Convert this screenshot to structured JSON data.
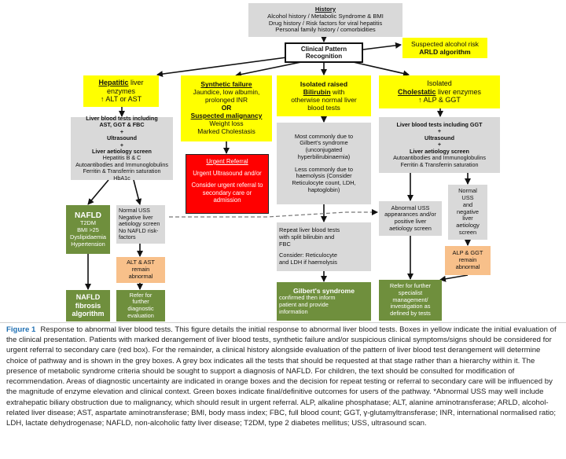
{
  "history": {
    "title": "History",
    "line1": "Alcohol history / Metabolic Syndrome & BMI",
    "line2": "Drug history / Risk factors for viral hepatitis",
    "line3": "Personal family history / comorbidities"
  },
  "recognition": {
    "line1": "Clinical Pattern",
    "line2": "Recognition"
  },
  "alcohol": {
    "line1": "Suspected alcohol risk",
    "line2": "ARLD algorithm"
  },
  "hepatitic": {
    "title": "Hepatitic",
    "title_rest": " liver",
    "line2": "enzymes",
    "line3": "↑ ALT or AST"
  },
  "synthetic": {
    "title": "Synthetic failure",
    "line2": "Jaundice, low albumin,",
    "line3": "prolonged INR",
    "or": "OR",
    "malignancy": "Suspected malignancy",
    "line5": "Weight loss",
    "line6": "Marked Cholestasis"
  },
  "bilirubin": {
    "line1": "Isolated raised",
    "title": "Bilirubin",
    "line2_rest": " with",
    "line3": "otherwise normal liver",
    "line4": "blood tests"
  },
  "cholestatic": {
    "line1": "Isolated",
    "title": "Cholestatic",
    "title_rest": " liver enzymes",
    "line3": "↑ ALP & GGT"
  },
  "hep_tests": {
    "line1": "Liver blood tests including",
    "line2": "AST, GGT & FBC",
    "plus1": "+",
    "line3": "Ultrasound",
    "plus2": "+",
    "line4": "Liver aetiology screen",
    "line5": "Hepatitis B & C",
    "line6": "Autoantibodies and Immunoglobulins",
    "line7": "Ferritin & Transferrin saturation",
    "line8": "HbA1c"
  },
  "urgent": {
    "title": "Urgent Referral",
    "line1": "Urgent Ultrasound and/or",
    "line2": "Consider urgent referral to",
    "line3": "secondary care  or",
    "line4": "admission"
  },
  "gilbert_info": {
    "line1": "Most commonly due to",
    "line2": "Gilbert's syndrome",
    "line3": "(unconjugated",
    "line4": "hyperbilirubinaemia)",
    "line5": "Less commonly due to",
    "line6": "haemolysis (Consider",
    "line7": "Reticulocyte count, LDH,",
    "line8": "haptoglobin)"
  },
  "chol_tests": {
    "line1": "Liver blood tests including GGT",
    "plus1": "+",
    "line2": "Ultrasound",
    "plus2": "+",
    "line3": "Liver aetiology screen",
    "line4": "Autoantibodies and Immunoglobulins",
    "line5": "Ferritin & Transferrin saturation"
  },
  "nafld": {
    "title": "NAFLD",
    "line1": "T2DM",
    "line2": "BMI >25",
    "line3": "Dyslipidaemia",
    "line4": "Hypertension"
  },
  "normal_uss1": {
    "line1": "Normal USS",
    "line2": "Negative liver",
    "line3": "aetiology screen",
    "line4": "No NAFLD risk-",
    "line5": "factors"
  },
  "alt_ast": {
    "line1": "ALT & AST",
    "line2": "remain",
    "line3": "abnormal"
  },
  "nafld_fib": {
    "line1": "NAFLD",
    "line2": "fibrosis",
    "line3": "algorithm"
  },
  "refer1": {
    "line1": "Refer for",
    "line2": "further",
    "line3": "diagnostic",
    "line4": "evaluation"
  },
  "repeat": {
    "line1": "Repeat liver blood tests",
    "line2": "with split bilirubin and",
    "line3": "FBC",
    "line4": "Consider:  Reticulocyte",
    "line5": "and LDH if haemolysis"
  },
  "gilbert": {
    "title": "Gilbert's syndrome",
    "line1": "confirmed then inform",
    "line2": "patient      and     provide",
    "line3": "information"
  },
  "abnormal_uss": {
    "line1": "Abnormal USS",
    "line2": "appearances and/or",
    "line3": "positive liver",
    "line4": "aetiology screen"
  },
  "normal_uss2": {
    "line1": "Normal",
    "line2": "USS",
    "line3": "and",
    "line4": "negative",
    "line5": "liver",
    "line6": "aetiology",
    "line7": "screen"
  },
  "alp_ggt": {
    "line1": "ALP & GGT",
    "line2": "remain",
    "line3": "abnormal"
  },
  "refer2": {
    "line1": "Refer for further",
    "line2": "specialist",
    "line3": "management/",
    "line4": "investigation as",
    "line5": "defined by tests"
  },
  "caption": {
    "label": "Figure 1",
    "text": "Response to abnormal liver blood tests. This figure details the initial response to abnormal liver blood tests. Boxes in yellow indicate the initial evaluation of the clinical presentation. Patients with marked derangement of liver blood tests, synthetic failure and/or suspicious clinical symptoms/signs should be considered for urgent referral to secondary care (red box). For the remainder, a clinical history alongside evaluation of the pattern of liver blood test derangement will determine choice of pathway and is shown in the grey boxes. A grey box indicates all the tests that should be requested at that stage rather than a hierarchy within it. The presence of metabolic syndrome criteria should be sought to support a diagnosis of NAFLD. For children, the text should be consulted for modification of recommendation. Areas of diagnostic uncertainty are indicated in orange boxes and the decision for repeat testing or referral to secondary care will be influenced by the magnitude of enzyme elevation and clinical context. Green boxes indicate final/definitive outcomes for users of the pathway. *Abnormal USS may well include extrahepatic biliary obstruction due to malignancy, which should result in urgent referral. ALP, alkaline phosphatase; ALT, alanine aminotransferase; ARLD, alcohol-related liver disease; AST, aspartate aminotransferase; BMI, body mass index; FBC, full blood count; GGT, γ-glutamyltransferase; INR, international normalised ratio; LDH, lactate dehydrogenase; NAFLD, non-alcoholic fatty liver disease; T2DM, type 2 diabetes mellitus; USS, ultrasound scan."
  }
}
